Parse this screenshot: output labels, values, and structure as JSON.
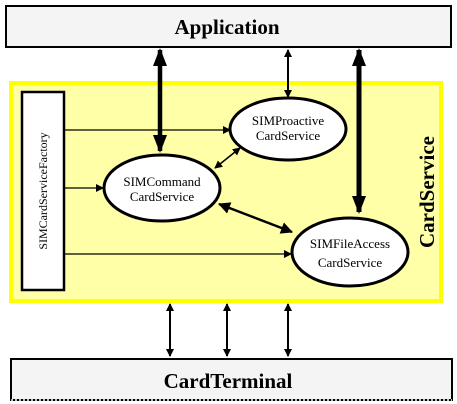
{
  "colors": {
    "box_fill": "#f4f4f4",
    "cardservice_fill": "#ffffa8",
    "cardservice_border": "#ffff00",
    "line": "#000000"
  },
  "application": {
    "label": "Application"
  },
  "cardservice": {
    "label": "CardService"
  },
  "factory": {
    "label": "SIMCardServiceFactory"
  },
  "proactive": {
    "line1": "SIMProactive",
    "line2": "CardService"
  },
  "command": {
    "line1": "SIMCommand",
    "line2": "CardService"
  },
  "fileaccess": {
    "line1": "SIMFileAccess",
    "line2": "CardService"
  },
  "cardterminal": {
    "label": "CardTerminal"
  }
}
